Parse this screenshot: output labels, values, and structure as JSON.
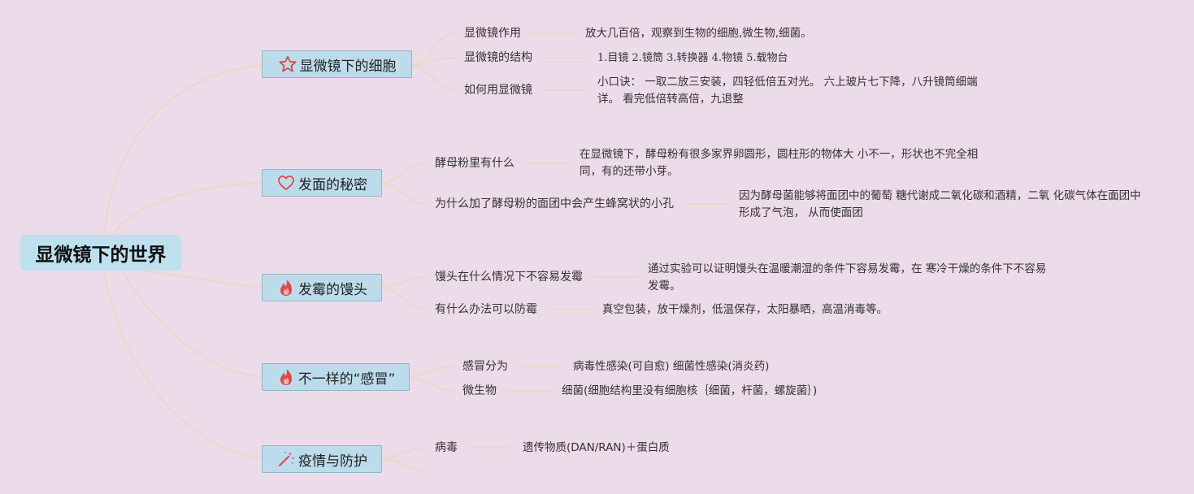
{
  "root": {
    "label": "显微镜下的世界"
  },
  "colors": {
    "background": "#ecdbe9",
    "topic_fill": "#bcdcec",
    "root_fill": "#bfe0ef",
    "connector": "#ecd8c6",
    "icon_red": "#e04848"
  },
  "topics": [
    {
      "label": "显微镜下的细胞",
      "icon": "star-icon",
      "subs": [
        {
          "label": "显微镜作用",
          "detail": "放大几百倍，观察到生物的细胞,微生物,细菌。"
        },
        {
          "label": "显微镜的结构",
          "detail": "1.目镜 2.镜筒 3.转换器 4.物镜 5.载物台"
        },
        {
          "label": "如何用显微镜",
          "detail": "小口诀： 一取二放三安装，四轻低倍五对光。 六上玻片七下降，八升镜筒细端详。 看完低倍转高倍，九退整"
        }
      ]
    },
    {
      "label": "发面的秘密",
      "icon": "heart-icon",
      "subs": [
        {
          "label": "酵母粉里有什么",
          "detail": "在显微镜下，酵母粉有很多家界卵圆形，圆柱形的物体大 小不一，形状也不完全相同，有的还带小芽。"
        },
        {
          "label": "为什么加了酵母粉的面团中会产生蜂窝状的小孔",
          "detail": "因为酵母菌能够将面团中的葡萄 糖代谢成二氧化碳和酒精，二氧 化碳气体在面团中形成了气泡， 从而使面团"
        }
      ]
    },
    {
      "label": "发霉的馒头",
      "icon": "fire-icon",
      "subs": [
        {
          "label": "馒头在什么情况下不容易发霉",
          "detail": "通过实验可以证明馒头在温暖潮湿的条件下容易发霉，在 寒冷干燥的条件下不容易发霉。"
        },
        {
          "label": "有什么办法可以防霉",
          "detail": "真空包装，放干燥剂，低温保存，太阳暴晒，高温消毒等。"
        }
      ]
    },
    {
      "label": "不一样的“感冒”",
      "icon": "fire-icon",
      "subs": [
        {
          "label": "感冒分为",
          "detail": "病毒性感染(可自愈) 细菌性感染(消炎药)"
        },
        {
          "label": "微生物",
          "detail": "细菌(细胞结构里没有细胞核｛细菌，杆菌，螺旋菌｝)"
        }
      ]
    },
    {
      "label": "疫情与防护",
      "icon": "magic-wand-icon",
      "subs": [
        {
          "label": "病毒",
          "detail": "遗传物质(DAN/RAN)＋蛋白质"
        }
      ]
    }
  ]
}
